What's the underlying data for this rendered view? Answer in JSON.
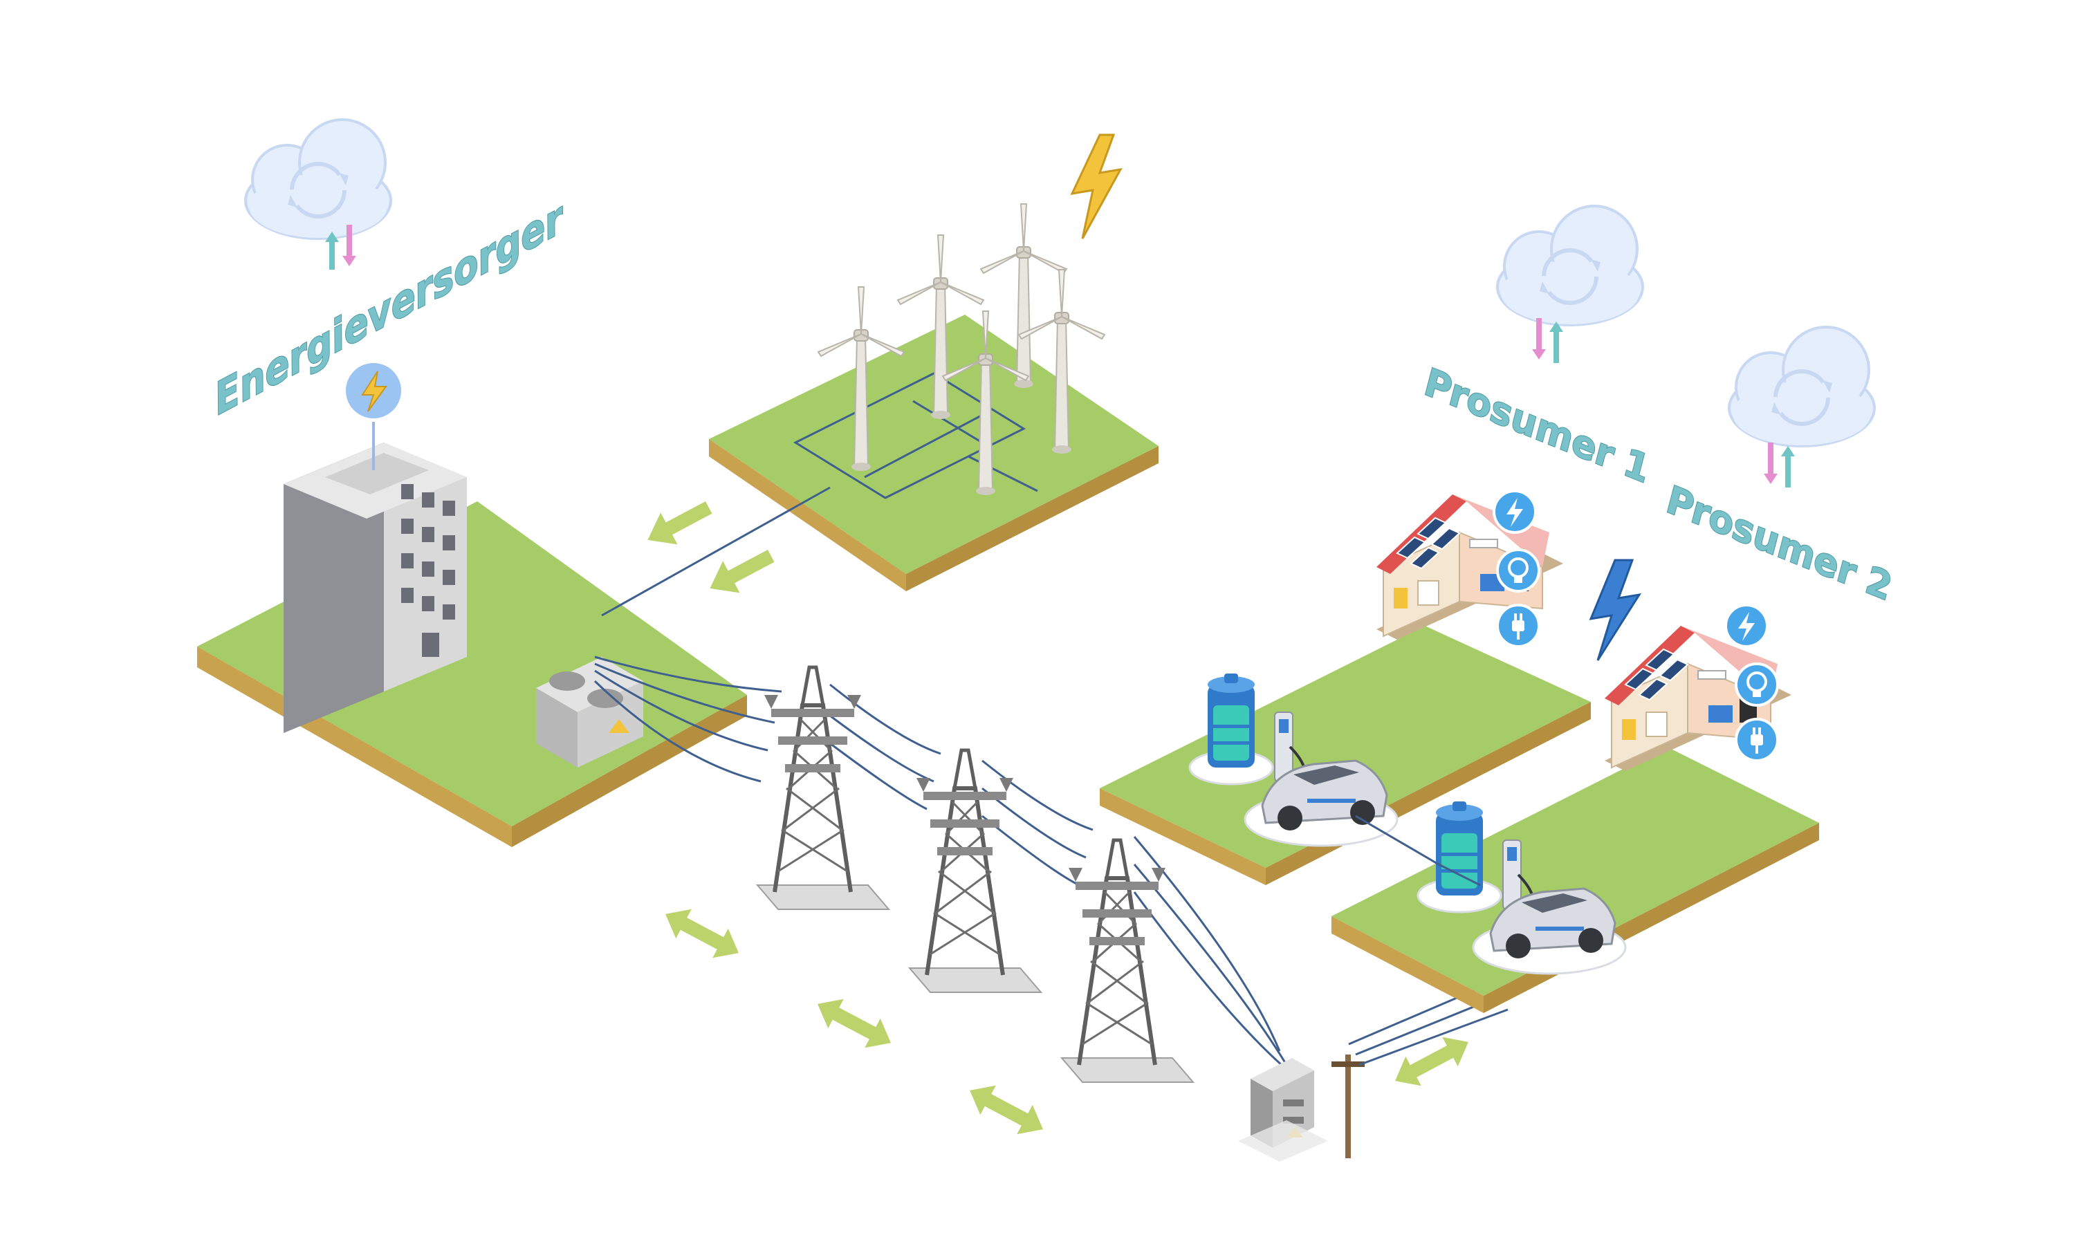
{
  "labels": {
    "supplier": "Energieversorger",
    "prosumer1": "Prosumer 1",
    "prosumer2": "Prosumer 2"
  },
  "colors": {
    "grass": "#a6cc68",
    "soil": "#c9a24f",
    "wire": "#3f5f8f",
    "arrow": "#bcd36c",
    "cloud": "#e5eefc",
    "label": "#79c2c9",
    "bolt_yellow": "#f3c33b",
    "bolt_blue": "#3a7fd2",
    "badge_blue": "#47a6ea",
    "up_arrow": "#6fc4c4",
    "down_arrow": "#e48ed0"
  },
  "icons": [
    "cloud-sync-icon",
    "lightning-icon",
    "wind-turbine-icon",
    "power-pylon-icon",
    "battery-icon",
    "charging-station-icon",
    "electric-car-icon",
    "solar-panel-icon",
    "lightbulb-icon",
    "plug-icon",
    "transformer-icon",
    "double-arrow-icon"
  ]
}
